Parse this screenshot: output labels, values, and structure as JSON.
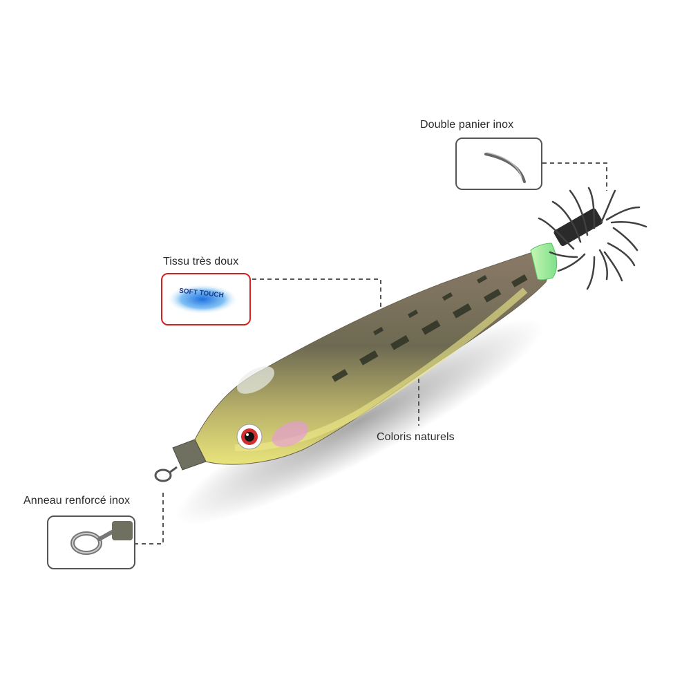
{
  "callouts": {
    "basket": {
      "label": "Double panier inox"
    },
    "fabric": {
      "label": "Tissu très doux",
      "badge_text": "SOFT TOUCH"
    },
    "colors": {
      "label": "Coloris naturels"
    },
    "ring": {
      "label": "Anneau renforcé inox"
    }
  },
  "colors": {
    "frame": "#555555",
    "fabric_frame": "#d62020",
    "leader_line": "#555555"
  }
}
